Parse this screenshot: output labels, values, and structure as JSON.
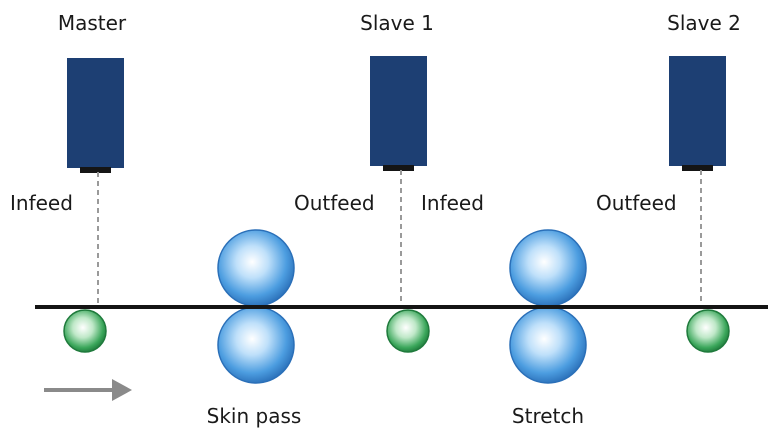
{
  "devices": [
    {
      "label": "Master"
    },
    {
      "label": "Slave 1"
    },
    {
      "label": "Slave 2"
    }
  ],
  "station_labels": [
    "Infeed",
    "Outfeed",
    "Infeed",
    "Outfeed"
  ],
  "roll_labels": [
    "Skin pass",
    "Stretch"
  ],
  "colors": {
    "device_body": "#1d3f73",
    "device_base": "#151515",
    "strip": "#141414",
    "dashed_line": "#9a9a9a",
    "arrow": "#8a8a8a",
    "work_roll": "#3f8fd6",
    "measuring_roll": "#2f9e55"
  },
  "icons": [
    "encoder-device-icon",
    "measuring-roll-icon",
    "work-roll-icon",
    "direction-arrow-icon"
  ]
}
